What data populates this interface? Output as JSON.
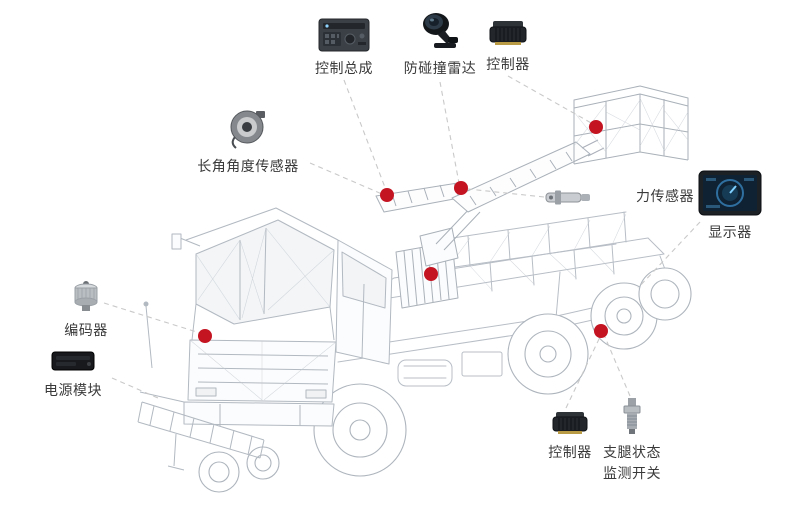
{
  "diagram": {
    "type": "annotated-product-component-diagram",
    "subject": "aerial-work-platform-truck-wireframe"
  },
  "colors": {
    "background": "#ffffff",
    "marker_dot": "#c41422",
    "callout_line": "#c9c9c9",
    "label_text": "#3a3a3a",
    "truck_line": "#b8bec6"
  },
  "components": {
    "control_assembly": {
      "label": "控制总成",
      "icon": "control-panel-icon"
    },
    "anti_collision_radar": {
      "label": "防碰撞雷达",
      "icon": "radar-sensor-icon"
    },
    "controller_top": {
      "label": "控制器",
      "icon": "controller-box-icon"
    },
    "angle_sensor": {
      "label": "长角角度传感器",
      "icon": "cable-reel-sensor-icon"
    },
    "force_sensor": {
      "label": "力传感器",
      "icon": "load-pin-icon"
    },
    "display": {
      "label": "显示器",
      "icon": "display-screen-icon"
    },
    "encoder": {
      "label": "编码器",
      "icon": "encoder-cylinder-icon"
    },
    "power_module": {
      "label": "电源模块",
      "icon": "power-module-icon"
    },
    "controller_bottom": {
      "label": "控制器",
      "icon": "controller-box-icon"
    },
    "outrigger_switch": {
      "label": "支腿状态\n监测开关",
      "icon": "limit-switch-icon"
    }
  },
  "markers": {
    "count": 6
  }
}
